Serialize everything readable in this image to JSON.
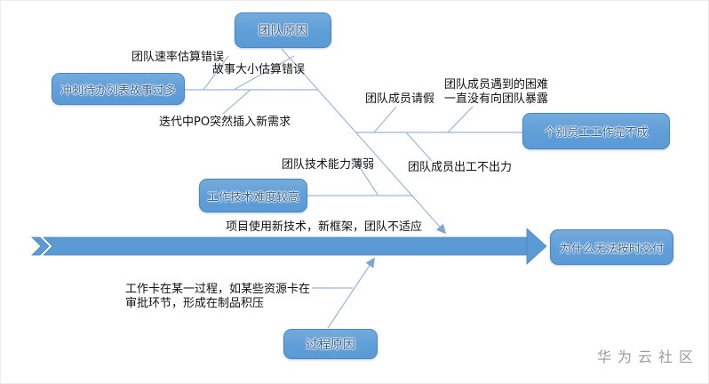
{
  "diagram": {
    "type": "fishbone",
    "goal": "为什么无法按时交付",
    "colors": {
      "node_fill": "#5b9bd5",
      "node_border": "#4a86c4",
      "bone_line": "#9ab7d9",
      "spine_fill": "#5b9bd5",
      "label_text": "#111111",
      "watermark_gray": "#9b9b9b"
    },
    "nodes": {
      "team": "团队原因",
      "sprint": "冲刺待办列表故事过多",
      "individual": "个别员工工作完不成",
      "tech": "工作技术难度较高",
      "process": "过程原因",
      "goal": "为什么无法按时交付"
    },
    "labels": {
      "velocity": "团队速率估算错误",
      "storysize": "故事大小估算错误",
      "poinsert": "迭代中PO突然插入新需求",
      "leave": "团队成员请假",
      "difficulty_line1": "团队成员遇到的困难",
      "difficulty_line2": "一直没有向团队暴露",
      "noeffort": "团队成员出工不出力",
      "weaktech": "团队技术能力薄弱",
      "newtech": "项目使用新技术，新框架，团队不适应",
      "wip_line1": "工作卡在某一过程，如某些资源卡在",
      "wip_line2": "审批环节，形成在制品积压"
    },
    "watermark": "华为云社区"
  }
}
